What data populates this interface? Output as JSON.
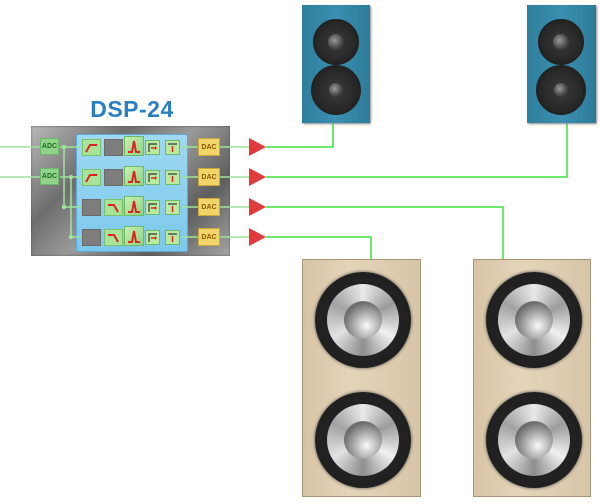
{
  "diagram": {
    "title": "DSP-24",
    "inputs": [
      {
        "label": "ADC"
      },
      {
        "label": "ADC"
      }
    ],
    "channels": [
      {
        "hp_filter": true,
        "bp_filter": false,
        "lp_filter": false,
        "output_label": "DAC",
        "destination": "top-left-speaker"
      },
      {
        "hp_filter": true,
        "bp_filter": false,
        "lp_filter": false,
        "output_label": "DAC",
        "destination": "top-right-speaker"
      },
      {
        "hp_filter": false,
        "bp_filter": false,
        "lp_filter": true,
        "output_label": "DAC",
        "destination": "bottom-right-subwoofer"
      },
      {
        "hp_filter": false,
        "bp_filter": false,
        "lp_filter": true,
        "output_label": "DAC",
        "destination": "bottom-left-subwoofer"
      }
    ],
    "speakers": [
      {
        "name": "top-left-speaker",
        "type": "two-way",
        "finish": "blue"
      },
      {
        "name": "top-right-speaker",
        "type": "two-way",
        "finish": "blue"
      },
      {
        "name": "bottom-left-subwoofer",
        "type": "dual-woofer",
        "finish": "wood"
      },
      {
        "name": "bottom-right-subwoofer",
        "type": "dual-woofer",
        "finish": "wood"
      }
    ],
    "colors": {
      "title": "#2a7fc1",
      "wire": "#3ee23e",
      "amplifier": "#e03a3a",
      "dac": "#f1d56a",
      "adc": "#8fd48a",
      "panel": "#8dd0ee"
    }
  }
}
